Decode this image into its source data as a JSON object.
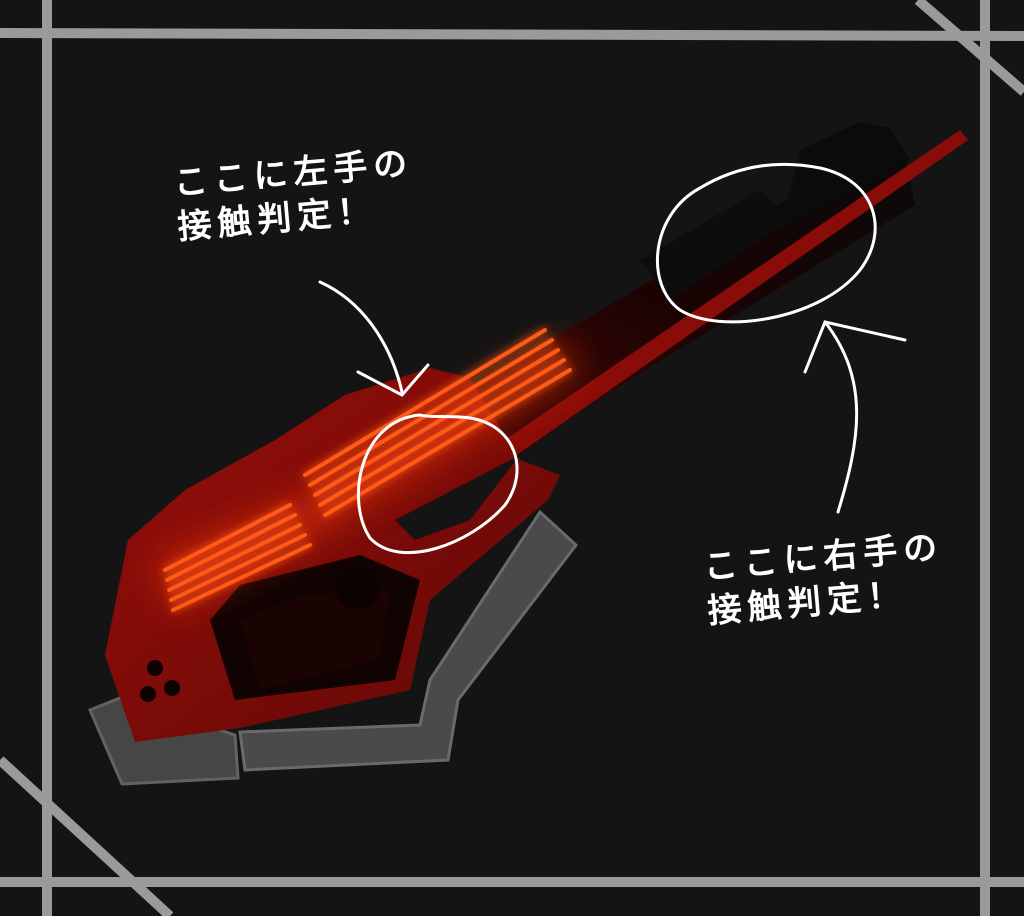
{
  "annotations": {
    "left_hand": {
      "line1": "ここに左手の",
      "line2": "接触判定！"
    },
    "right_hand": {
      "line1": "ここに右手の",
      "line2": "接触判定！"
    }
  },
  "colors": {
    "background": "#141414",
    "frame_lines": "#9a9a9a",
    "body_red": "#8a0c08",
    "dark_red": "#3a0604",
    "glow_orange": "#ff5a14",
    "base_gray": "#505050",
    "sketch_white": "#ffffff"
  }
}
